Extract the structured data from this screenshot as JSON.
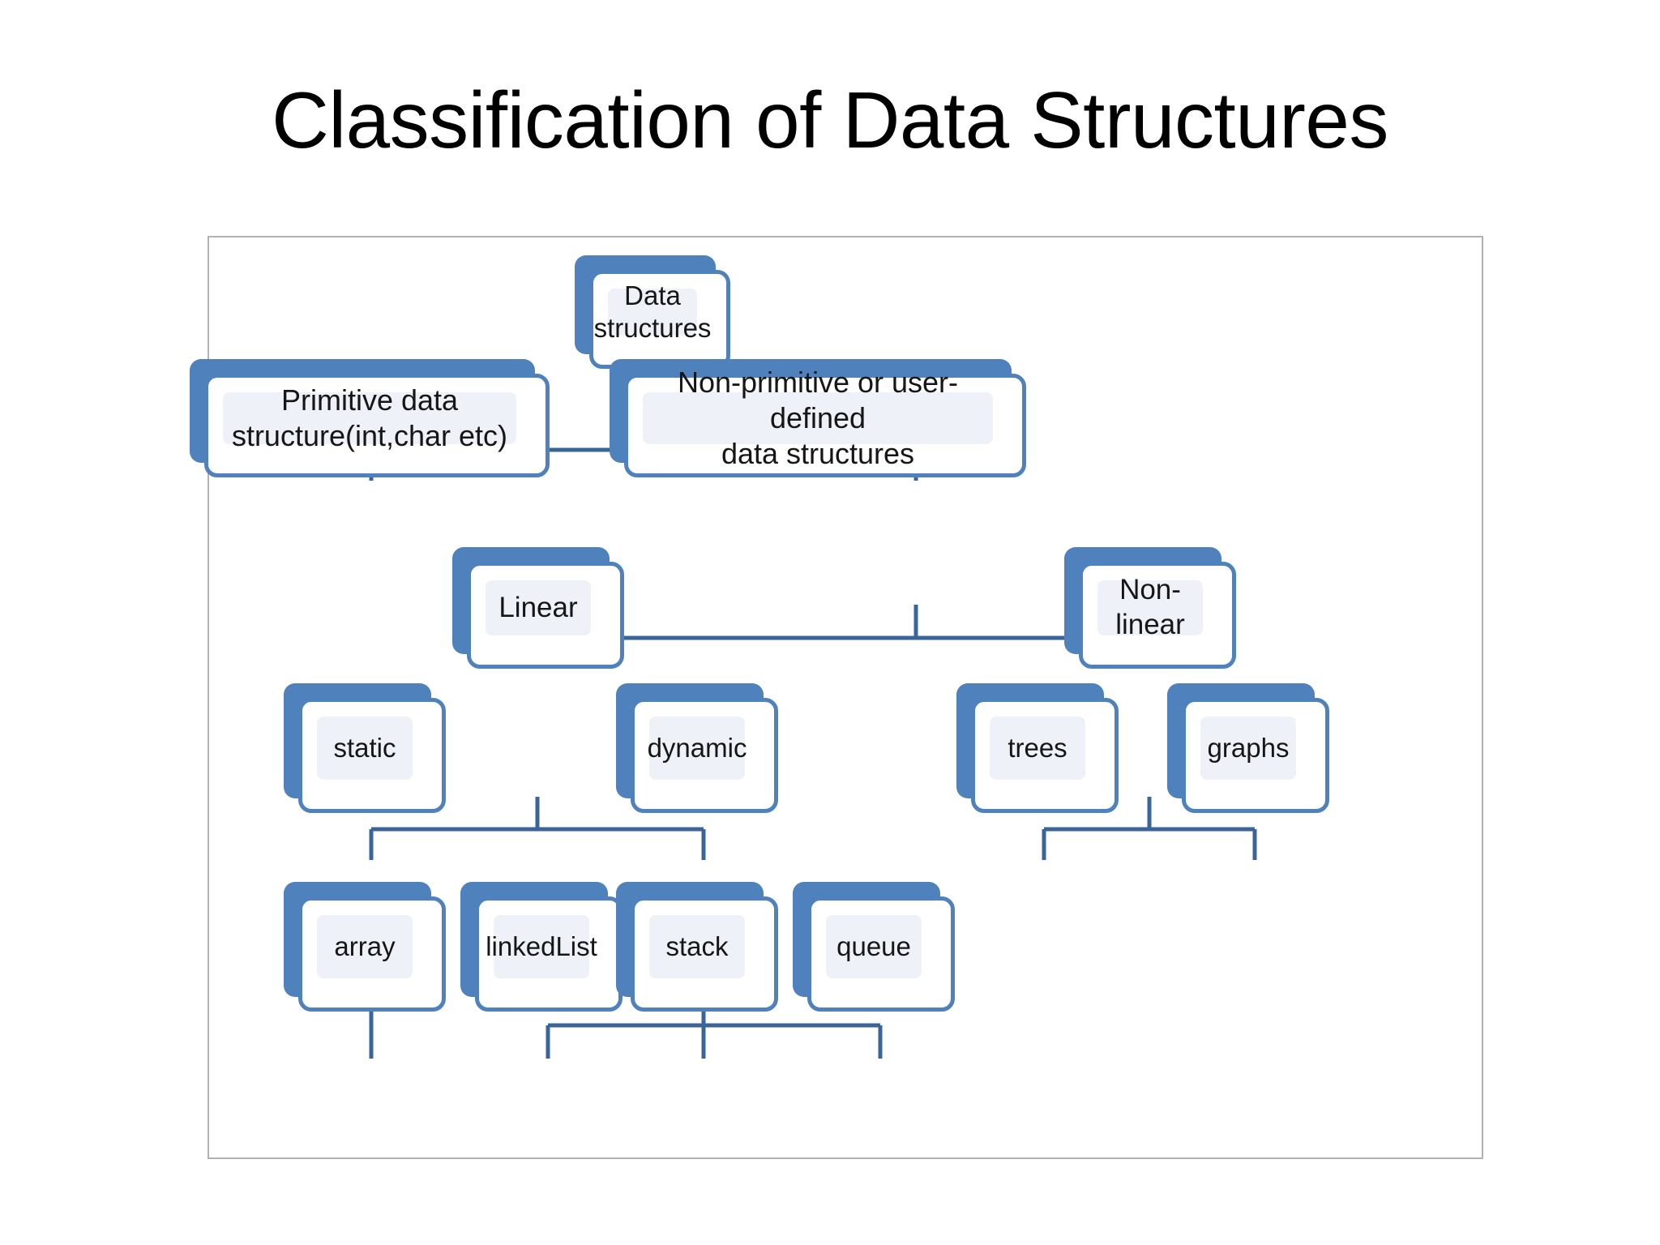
{
  "slide": {
    "title": "Classification of Data Structures",
    "background_color": "#ffffff",
    "frame_border_color": "#b2b2b2"
  },
  "theme": {
    "node_plate_color": "#4f81bd",
    "node_card_fill": "#ffffff",
    "node_inner_fill": "#eef2f8",
    "node_border_color": "#4f81bd",
    "connector_color": "#3a659b",
    "text_color": "#161616"
  },
  "diagram": {
    "type": "tree",
    "nodes": [
      {
        "id": "data-structures",
        "label": "Data\nstructures",
        "size": "small"
      },
      {
        "id": "primitive",
        "label": "Primitive data\nstructure(int,char etc)",
        "size": "wide"
      },
      {
        "id": "non-primitive",
        "label": "Non-primitive or user-defined\ndata structures",
        "size": "wide"
      },
      {
        "id": "linear",
        "label": "Linear",
        "size": "medium"
      },
      {
        "id": "non-linear",
        "label": "Non-linear",
        "size": "medium"
      },
      {
        "id": "static",
        "label": "static",
        "size": "small"
      },
      {
        "id": "dynamic",
        "label": "dynamic",
        "size": "small"
      },
      {
        "id": "trees",
        "label": "trees",
        "size": "small"
      },
      {
        "id": "graphs",
        "label": "graphs",
        "size": "small"
      },
      {
        "id": "array",
        "label": "array",
        "size": "small"
      },
      {
        "id": "linkedlist",
        "label": "linkedList",
        "size": "small"
      },
      {
        "id": "stack",
        "label": "stack",
        "size": "small"
      },
      {
        "id": "queue",
        "label": "queue",
        "size": "small"
      }
    ],
    "edges": [
      {
        "from": "data-structures",
        "to": "primitive"
      },
      {
        "from": "data-structures",
        "to": "non-primitive"
      },
      {
        "from": "non-primitive",
        "to": "linear"
      },
      {
        "from": "non-primitive",
        "to": "non-linear"
      },
      {
        "from": "linear",
        "to": "static"
      },
      {
        "from": "linear",
        "to": "dynamic"
      },
      {
        "from": "non-linear",
        "to": "trees"
      },
      {
        "from": "non-linear",
        "to": "graphs"
      },
      {
        "from": "static",
        "to": "array"
      },
      {
        "from": "dynamic",
        "to": "linkedlist"
      },
      {
        "from": "dynamic",
        "to": "stack"
      },
      {
        "from": "dynamic",
        "to": "queue"
      }
    ]
  }
}
